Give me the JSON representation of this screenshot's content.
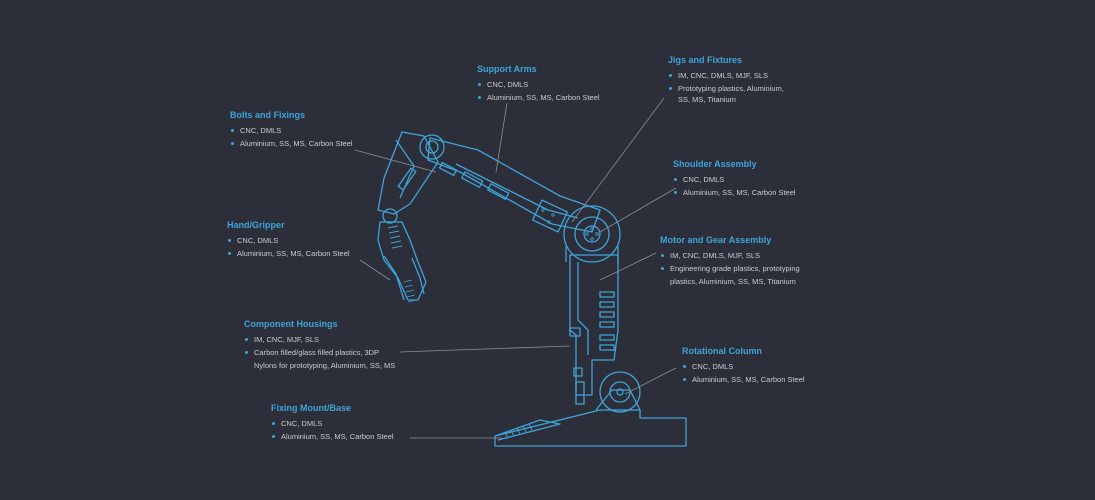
{
  "colors": {
    "background": "#2c2f3a",
    "accent": "#3fa3d8",
    "text": "#c9ccd4",
    "line": "#8a8e98"
  },
  "labels": {
    "support_arms": {
      "title": "Support Arms",
      "items": [
        "CNC, DMLS",
        "Aluminium, SS, MS, Carbon Steel"
      ]
    },
    "jigs_fixtures": {
      "title": "Jigs and Fixtures",
      "items": [
        "IM, CNC, DMLS, MJF, SLS",
        "Prototyping plastics, Aluminium,",
        "SS, MS, Titanium"
      ]
    },
    "bolts_fixings": {
      "title": "Bolts and Fixings",
      "items": [
        "CNC, DMLS",
        "Aluminium, SS, MS, Carbon Steel"
      ]
    },
    "shoulder_assembly": {
      "title": "Shoulder Assembly",
      "items": [
        "CNC, DMLS",
        "Aluminium, SS, MS, Carbon Steel"
      ]
    },
    "hand_gripper": {
      "title": "Hand/Gripper",
      "items": [
        "CNC, DMLS",
        "Aluminium, SS, MS, Carbon Steel"
      ]
    },
    "motor_gear": {
      "title": "Motor and Gear Assembly",
      "items": [
        "IM, CNC, DMLS, MJF, SLS",
        "Engineering grade plastics, prototyping",
        "plastics, Aluminium, SS, MS, Titanium"
      ]
    },
    "component_housings": {
      "title": "Component Housings",
      "items": [
        "IM, CNC, MJF, SLS",
        "Carbon filled/glass filled plastics, 3DP",
        "Nylons for prototyping, Aluminium, SS, MS"
      ]
    },
    "rotational_column": {
      "title": "Rotational Column",
      "items": [
        "CNC, DMLS",
        "Aluminium, SS, MS, Carbon Steel"
      ]
    },
    "fixing_mount": {
      "title": "Fixing Mount/Base",
      "items": [
        "CNC, DMLS",
        "Aluminium, SS, MS, Carbon Steel"
      ]
    }
  }
}
